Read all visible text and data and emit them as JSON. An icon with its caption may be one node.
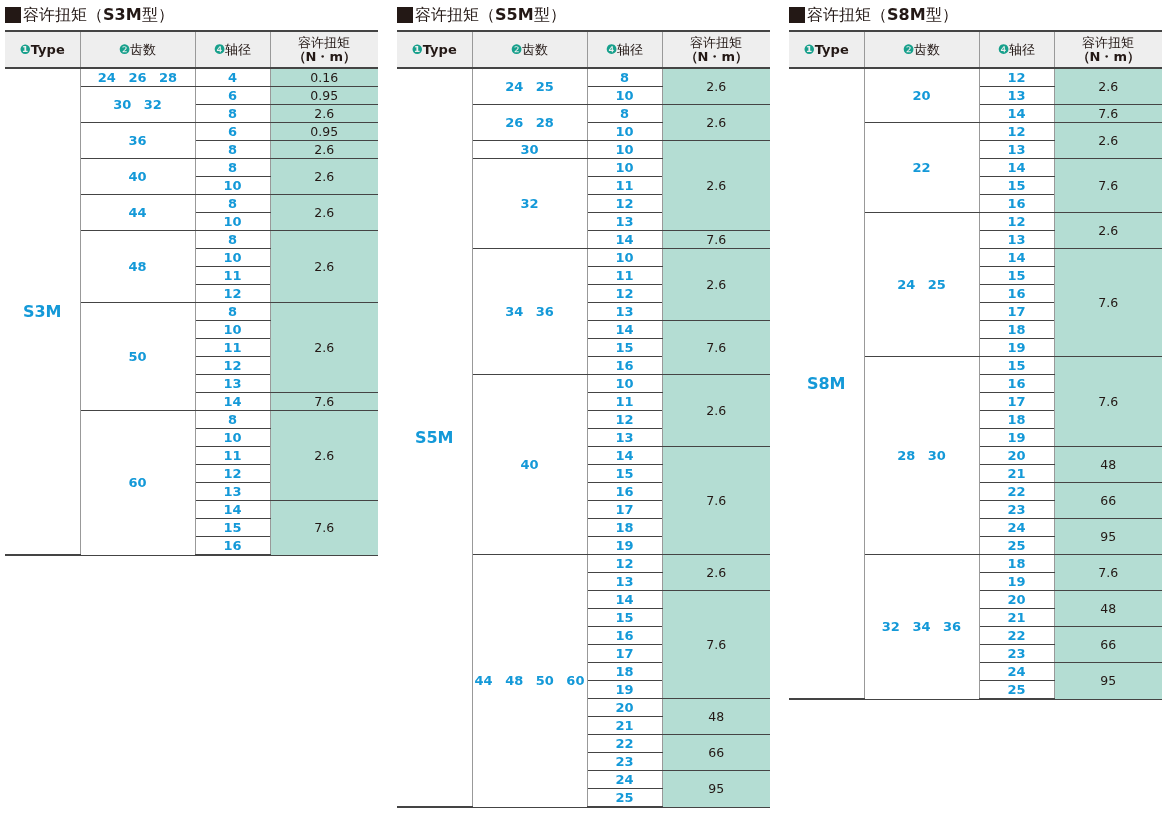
{
  "diagram": {
    "labels": [
      "容许扭矩（**S3M**型）",
      "❶Type",
      "❷齿数",
      "❹轴径",
      "容许扭矩**（N・m）**",
      "24 26 28",
      "4",
      "0.16",
      "30 32",
      "6",
      "0.95",
      "8",
      "2.6",
      "36",
      "6",
      "0.95",
      "8",
      "2.6",
      "40",
      "8",
      "2.6",
      "10",
      "44",
      "8",
      "2.6",
      "10",
      "8",
      "48",
      "10",
      "2.6",
      "11",
      "12",
      "S3M",
      "8",
      "10",
      "50",
      "11",
      "2.6",
      "12",
      "13",
      "14",
      "7.6",
      "8",
      "10",
      "11",
      "2.6",
      "60",
      "12",
      "13",
      "14",
      "15",
      "7.6",
      "16",
      "容许扭矩（**S5M**型）",
      "❶Type",
      "❷齿数",
      "❹轴径",
      "容许扭矩**（N・m）**",
      "24 25",
      "8",
      "2.6",
      "10",
      "26 28",
      "8",
      "2.6",
      "10",
      "30",
      "10",
      "10",
      "11",
      "2.6",
      "32",
      "12",
      "13",
      "14",
      "7.6",
      "10",
      "11",
      "2.6",
      "12",
      "34 36",
      "13",
      "14",
      "15",
      "7.6",
      "16",
      "10",
      "11",
      "2.6",
      "12",
      "S5M",
      "13",
      "40",
      "14",
      "15",
      "16",
      "7.6",
      "17",
      "18",
      "19",
      "12",
      "2.6",
      "13",
      "14",
      "15",
      "16",
      "7.6",
      "17",
      "44 48 50 60",
      "18",
      "19",
      "20",
      "48",
      "21",
      "22",
      "66",
      "23",
      "24",
      "95",
      "25",
      "容许扭矩（**S8M**型）",
      "❶Type",
      "❷齿数",
      "❹轴径",
      "容许扭矩**（N・m）**",
      "12",
      "2.6",
      "20",
      "13",
      "14",
      "7.6",
      "12",
      "2.6",
      "13",
      "22",
      "14",
      "15",
      "7.6",
      "16",
      "12",
      "2.6",
      "13",
      "14",
      "24 25",
      "15",
      "16",
      "7.6",
      "17",
      "18",
      "19",
      "15",
      "S8M",
      "16",
      "17",
      "7.6",
      "18",
      "19",
      "28 30",
      "20",
      "48",
      "21",
      "22",
      "66",
      "23",
      "24",
      "95",
      "25",
      "18",
      "7.6",
      "19",
      "20",
      "48",
      "32 34 36",
      "21",
      "22",
      "66",
      "23",
      "24",
      "95",
      "25"
    ]
  }
}
